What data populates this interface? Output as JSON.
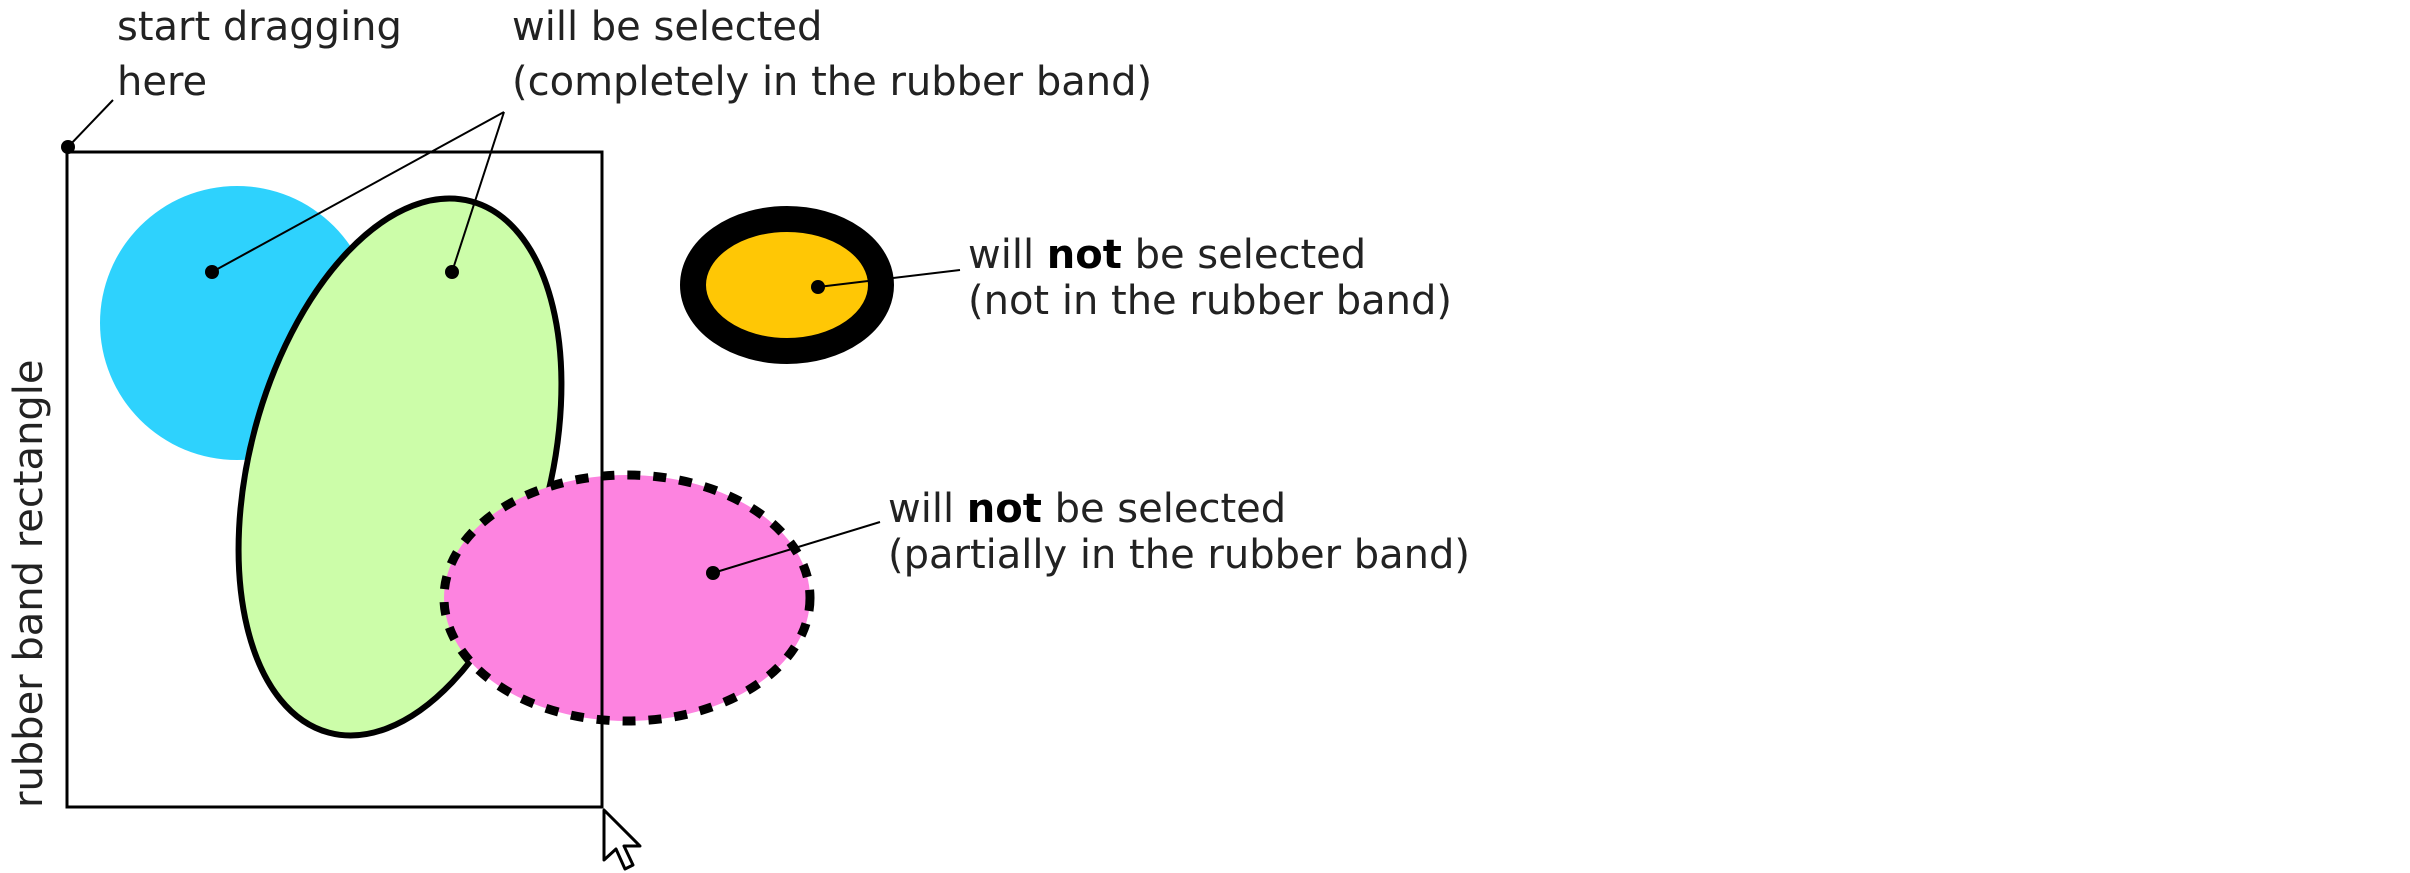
{
  "labels": {
    "start_line1": "start dragging",
    "start_line2": "here",
    "completely_line1": "will be selected",
    "completely_line2": "(completely in the rubber band)",
    "not_in_pre": "will ",
    "not_in_bold": "not",
    "not_in_post": " be selected",
    "not_in_line2": "(not in the rubber band)",
    "partial_pre": "will ",
    "partial_bold": "not",
    "partial_post": " be selected",
    "partial_line2": "(partially in the rubber band)",
    "rectangle_label": "rubber band rectangle"
  },
  "colors": {
    "blue_circle": "#2ed2fd",
    "green_ellipse": "#ccfda9",
    "orange_ellipse": "#ffc705",
    "pink_ellipse": "#fd83e0",
    "outline": "#000000"
  },
  "icons": {
    "cursor": "mouse-pointer-icon"
  }
}
